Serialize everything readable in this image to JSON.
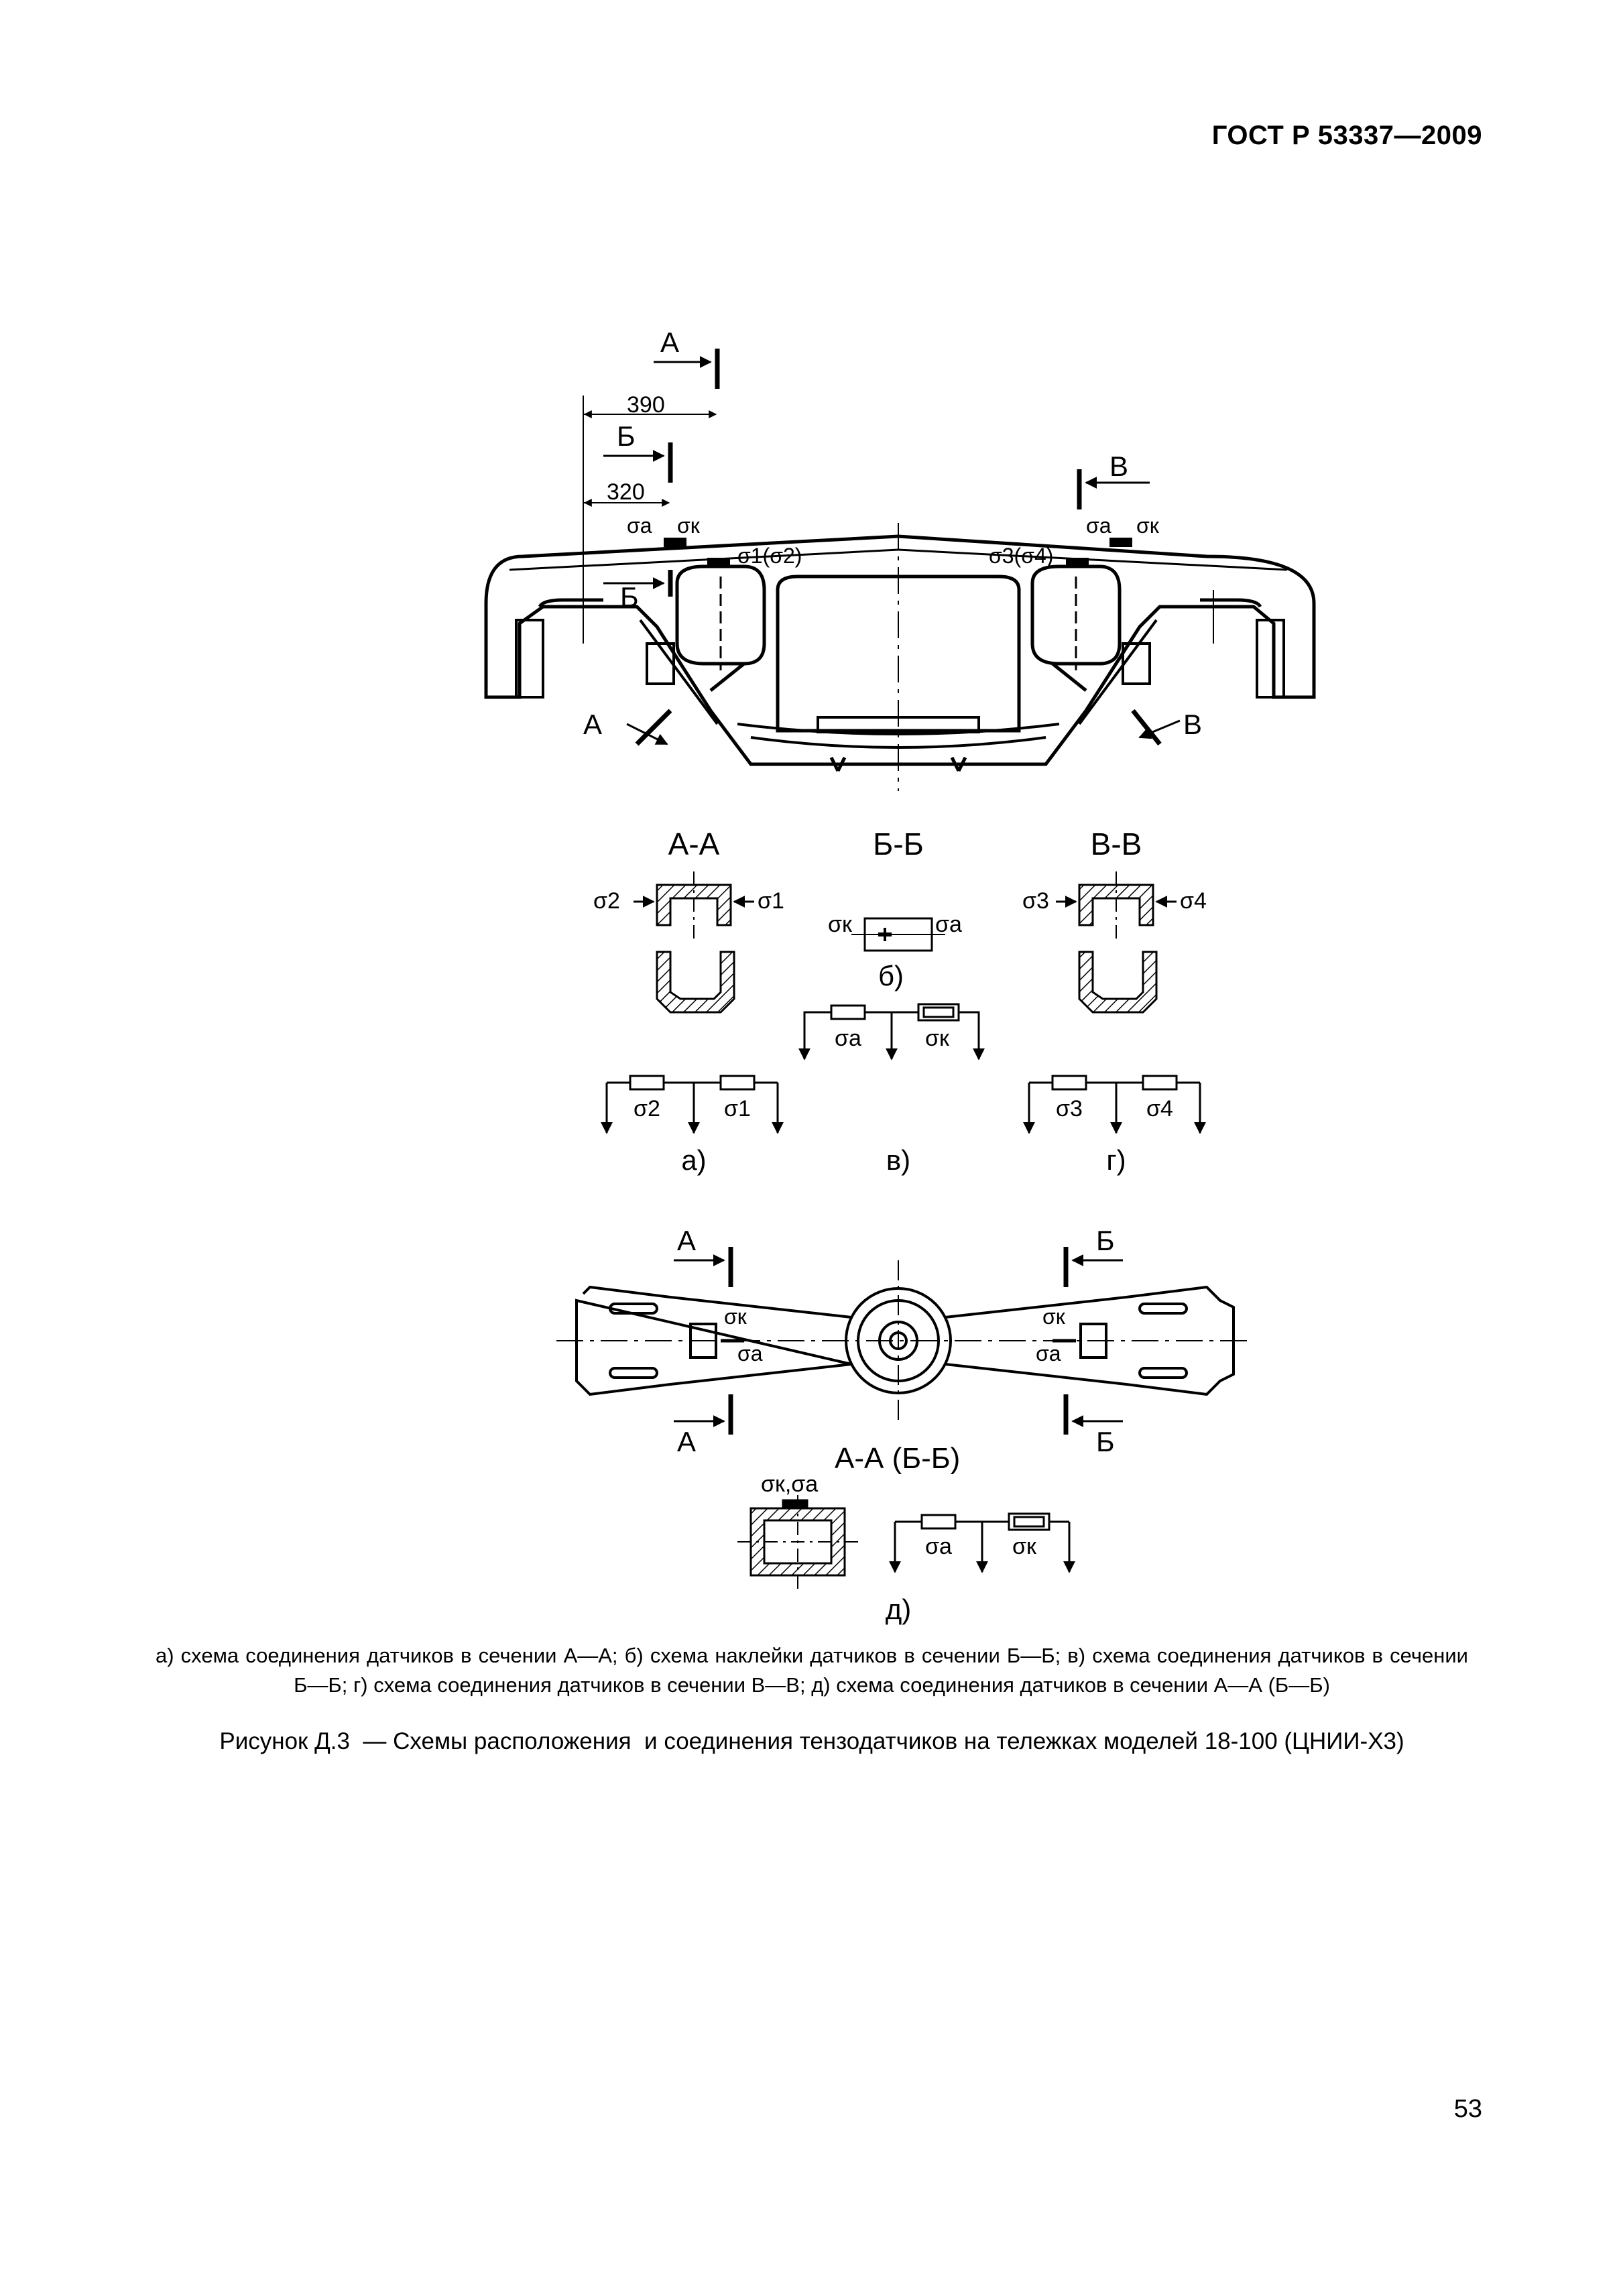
{
  "header": {
    "standard": "ГОСТ Р 53337—2009"
  },
  "page_number": "53",
  "figure": {
    "top_view": {
      "arrow_A": "А",
      "arrow_B": "Б",
      "arrow_V": "В",
      "dim_390": "390",
      "dim_320": "320",
      "s1s2": "σ1(σ2)",
      "s3s4": "σ3(σ4)",
      "sa": "σа",
      "sk": "σк"
    },
    "sections": {
      "aa": "А-А",
      "bb": "Б-Б",
      "vv": "В-В",
      "s1": "σ1",
      "s2": "σ2",
      "s3": "σ3",
      "s4": "σ4",
      "sa": "σа",
      "sk": "σк"
    },
    "labels": {
      "a": "а)",
      "b": "б)",
      "v": "в)",
      "g": "г)",
      "d": "д)"
    },
    "bolster": {
      "arrow_A": "А",
      "arrow_B": "Б",
      "section": "А-А (Б-Б)",
      "sksa": "σк,σа",
      "sa": "σа",
      "sk": "σк"
    }
  },
  "caption": {
    "notes": "а) схема соединения датчиков в сечении А—А; б) схема наклейки датчиков в сечении Б—Б; в) схема соединения датчиков в сечении Б—Б; г) схема соединения датчиков в сечении В—В; д) схема соединения датчиков в сечении А—А (Б—Б)",
    "title": "Рисунок Д.3  — Схемы расположения  и соединения тензодатчиков на тележках моделей 18-100 (ЦНИИ-Х3)"
  }
}
